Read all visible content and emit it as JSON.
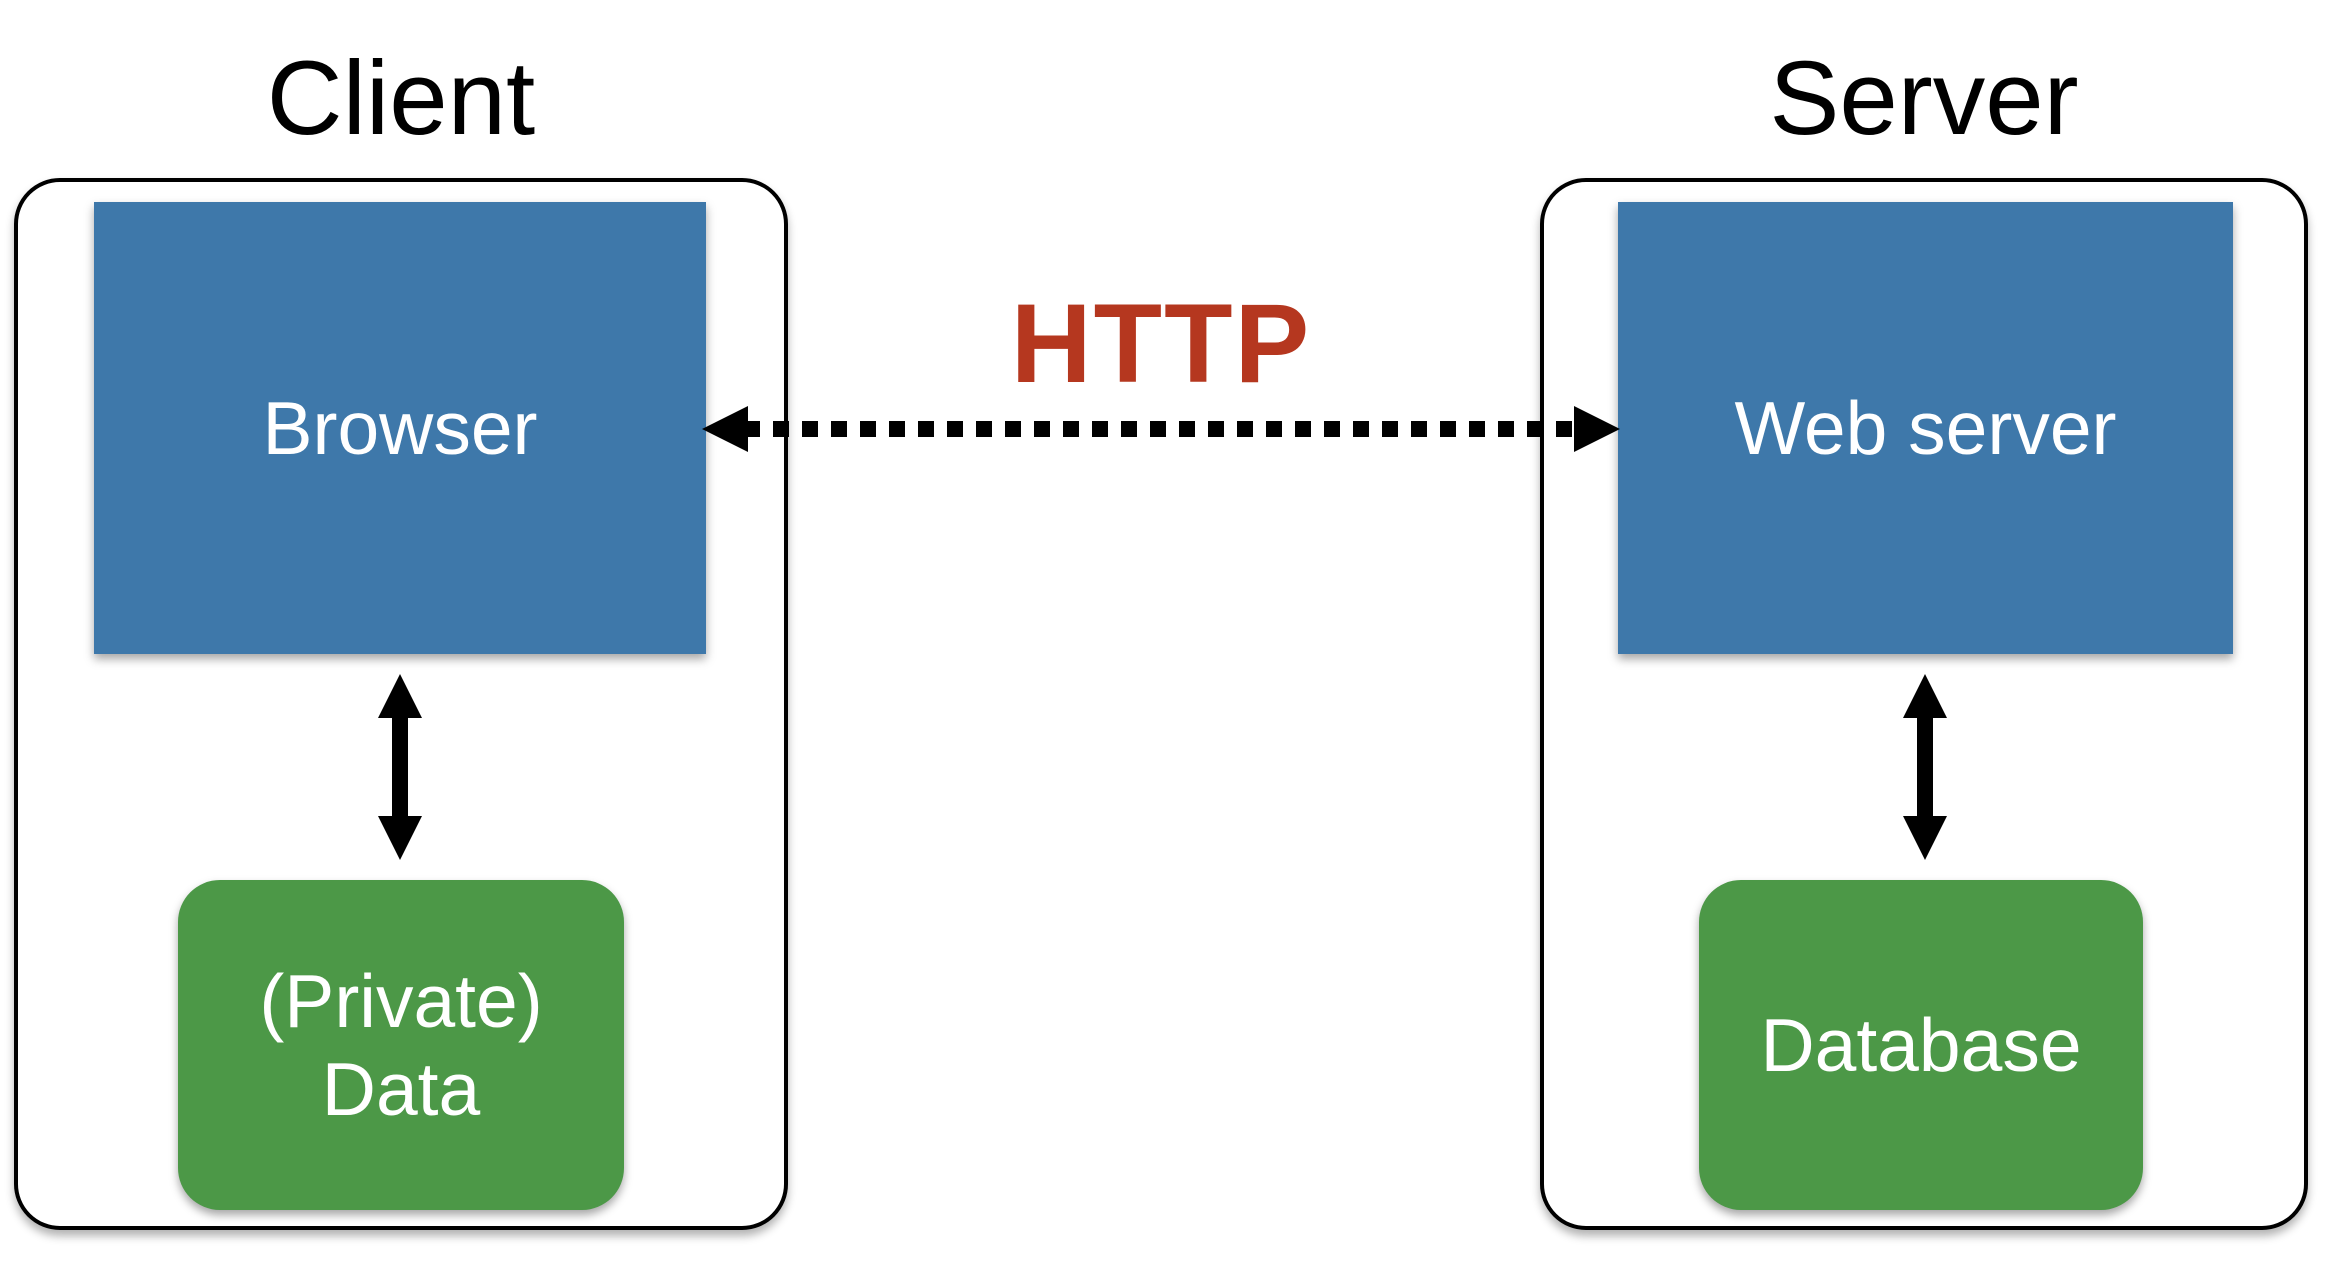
{
  "diagram": {
    "client": {
      "title": "Client",
      "browser_label": "Browser",
      "private_data_line1": "(Private)",
      "private_data_line2": "Data"
    },
    "server": {
      "title": "Server",
      "webserver_label": "Web server",
      "database_label": "Database"
    },
    "http_label": "HTTP"
  },
  "colors": {
    "box_blue": "#3e78aa",
    "box_green": "#4c9847",
    "http_red": "#b5371f",
    "arrow_black": "#000000",
    "title_text": "#000000",
    "label_text": "#ffffff"
  }
}
